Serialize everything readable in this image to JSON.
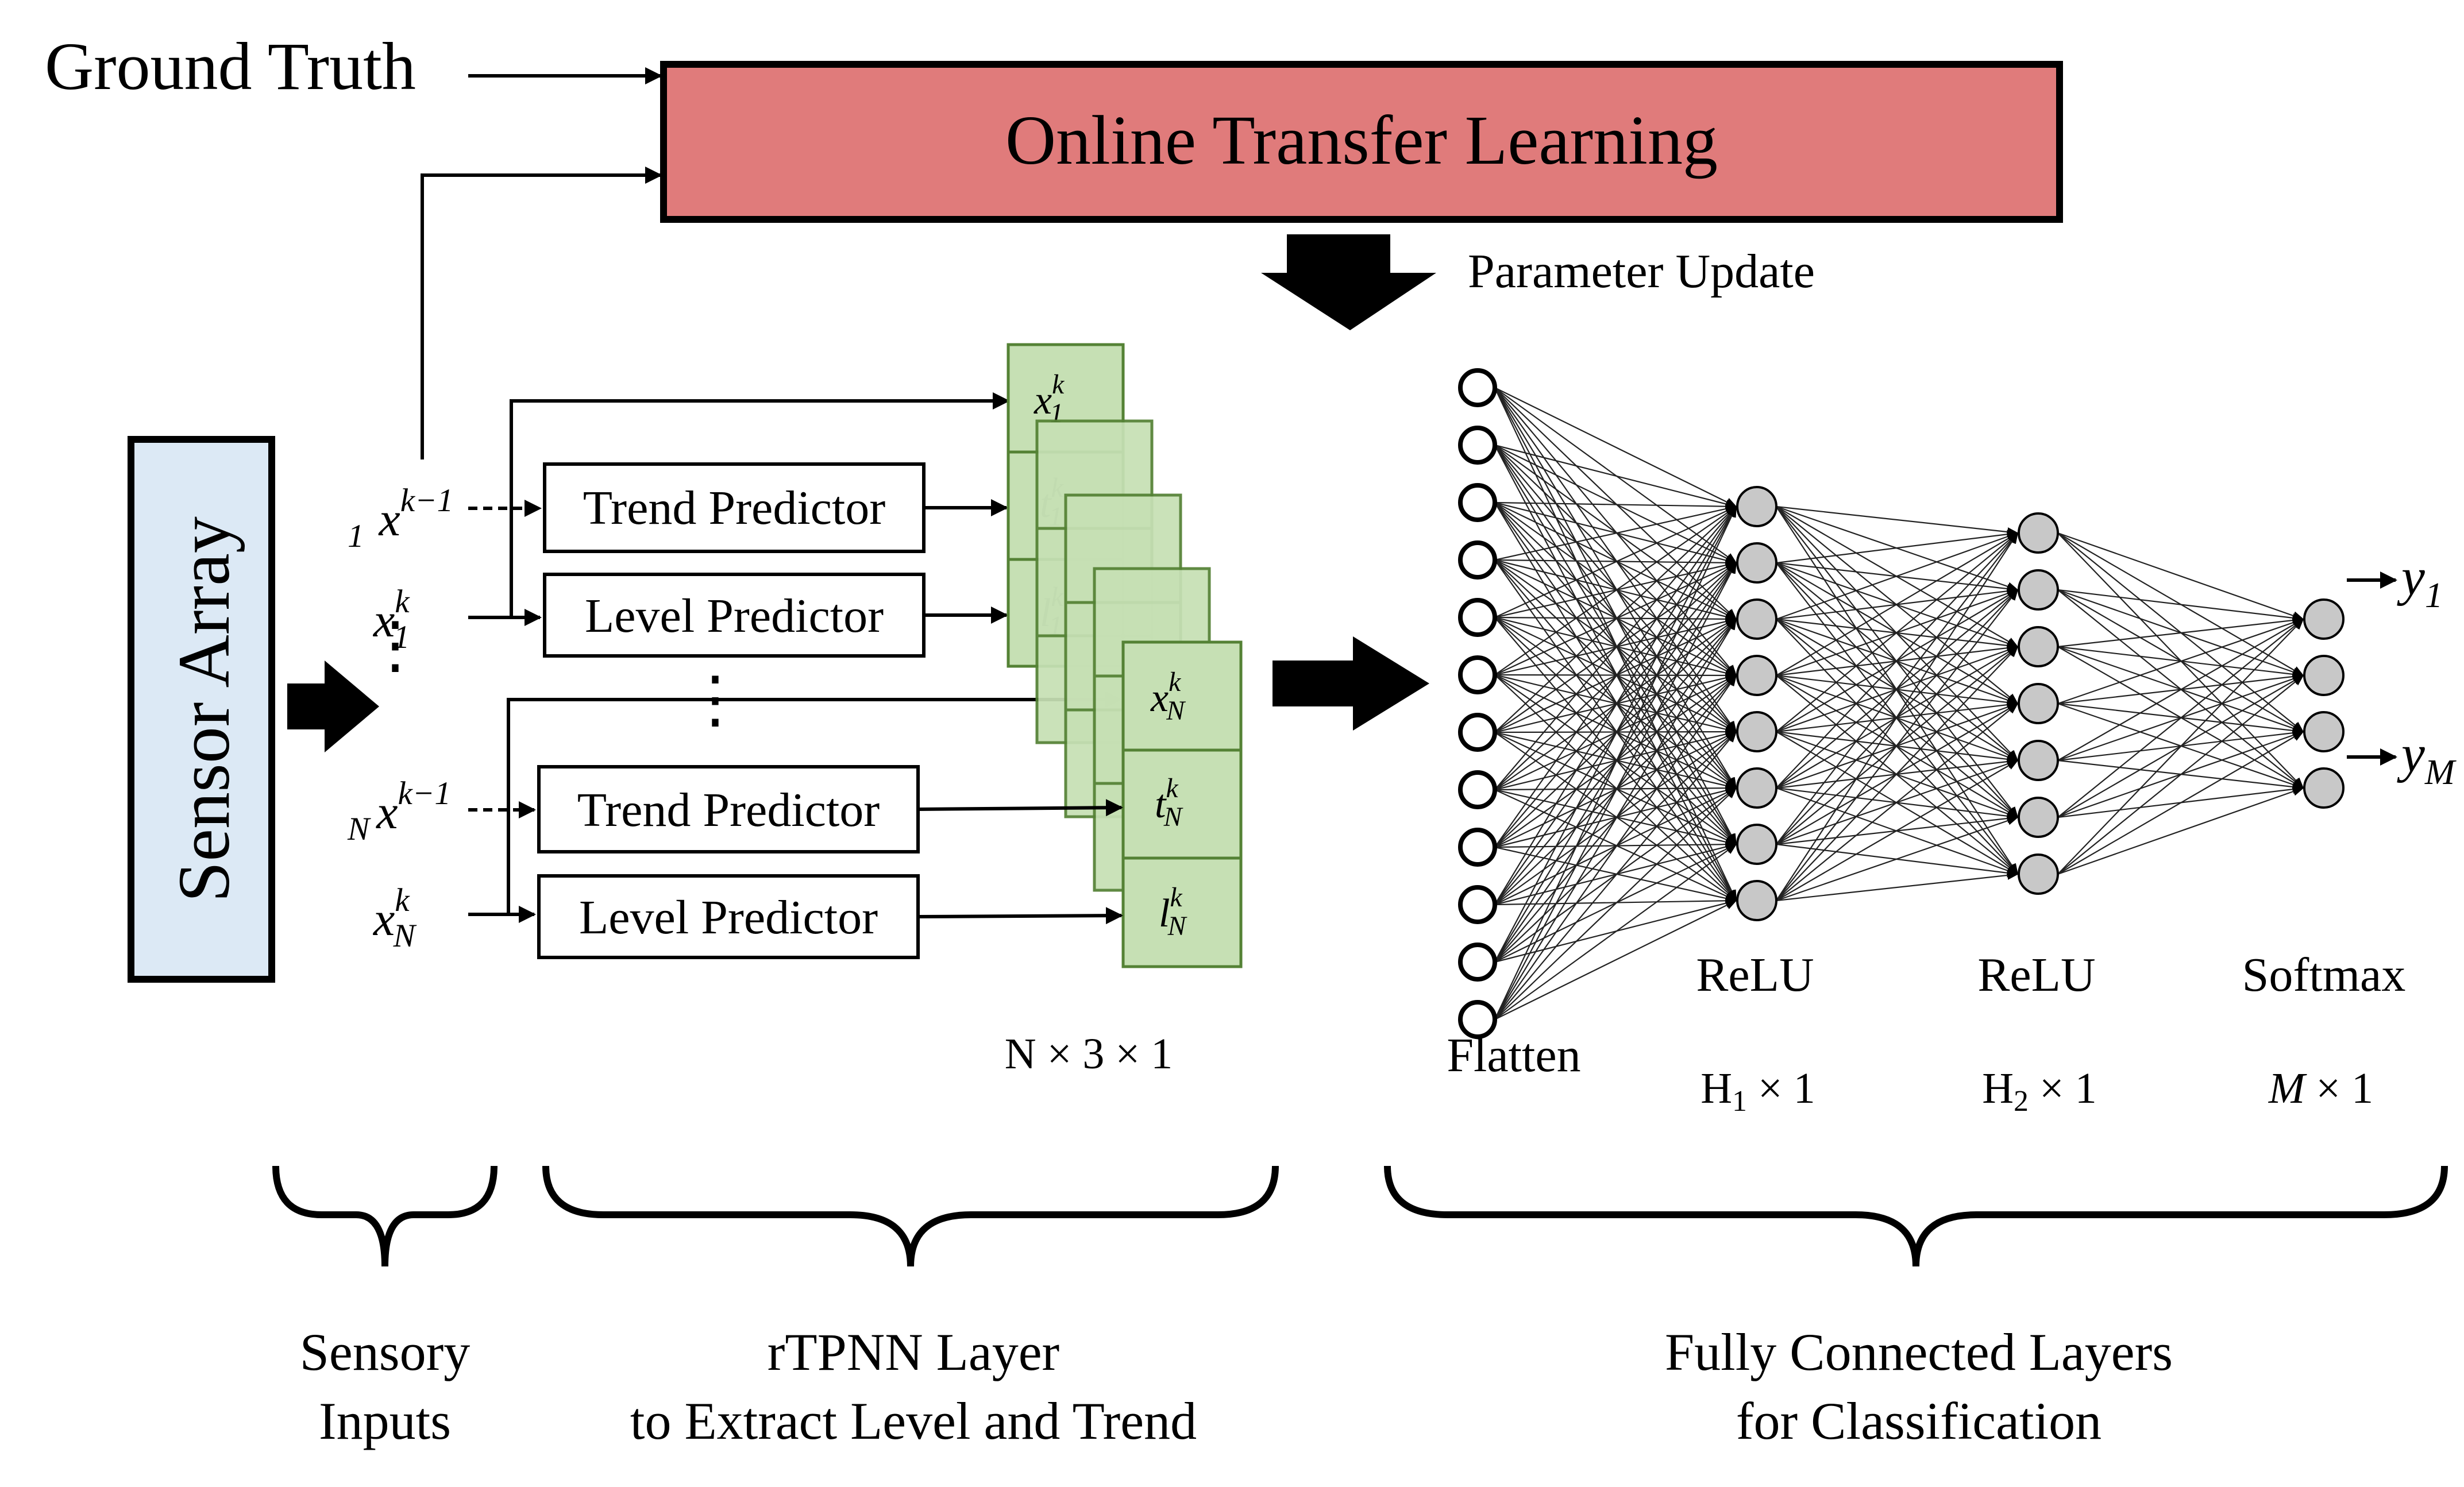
{
  "ground_truth": "Ground Truth",
  "online_transfer_learning": "Online Transfer Learning",
  "parameter_update": "Parameter Update",
  "sensor_array": "Sensor Array",
  "inputs": {
    "x1_prev": {
      "base": "x",
      "sub": "1",
      "sup": "k−1"
    },
    "x1": {
      "base": "x",
      "sub": "1",
      "sup": "k"
    },
    "xN_prev": {
      "base": "x",
      "sub": "N",
      "sup": "k−1"
    },
    "xN": {
      "base": "x",
      "sub": "N",
      "sup": "k"
    }
  },
  "predictors": {
    "trend_1": "Trend Predictor",
    "level_1": "Level Predictor",
    "trend_N": "Trend Predictor",
    "level_N": "Level Predictor"
  },
  "stack_cells": {
    "front": [
      {
        "base": "x",
        "sub": "N",
        "sup": "k"
      },
      {
        "base": "t",
        "sub": "N",
        "sup": "k"
      },
      {
        "base": "l",
        "sub": "N",
        "sup": "k"
      }
    ],
    "back": [
      {
        "base": "x",
        "sub": "1",
        "sup": "k"
      },
      {
        "base": "t",
        "sub": "1",
        "sup": "k"
      },
      {
        "base": "l",
        "sub": "1",
        "sup": "k"
      }
    ]
  },
  "stack_dims": "N × 3 × 1",
  "network": {
    "flatten_label": "Flatten",
    "layer_sizes": [
      12,
      8,
      7,
      4
    ],
    "layers": [
      {
        "activation": "ReLU",
        "dim_base": "H",
        "dim_sub": "1",
        "dim_rest": " × 1"
      },
      {
        "activation": "ReLU",
        "dim_base": "H",
        "dim_sub": "2",
        "dim_rest": " × 1"
      },
      {
        "activation": "Softmax",
        "dim_base": "M",
        "dim_sub": "",
        "dim_rest": " × 1"
      }
    ],
    "outputs": [
      {
        "base": "y",
        "sub": "1"
      },
      {
        "base": "y",
        "sub": "M"
      }
    ]
  },
  "sections": {
    "sensory_line1": "Sensory",
    "sensory_line2": "Inputs",
    "rtpnn_line1": "rTPNN Layer",
    "rtpnn_line2": "to Extract Level and Trend",
    "fc_line1": "Fully Connected Layers",
    "fc_line2": "for Classification"
  },
  "colors": {
    "otl_fill": "#e07b7b",
    "sensor_fill": "#dce9f5",
    "cell_fill": "#c6e0b4",
    "cell_stroke": "#548235",
    "neuron_fill": "#c8c8c8"
  }
}
